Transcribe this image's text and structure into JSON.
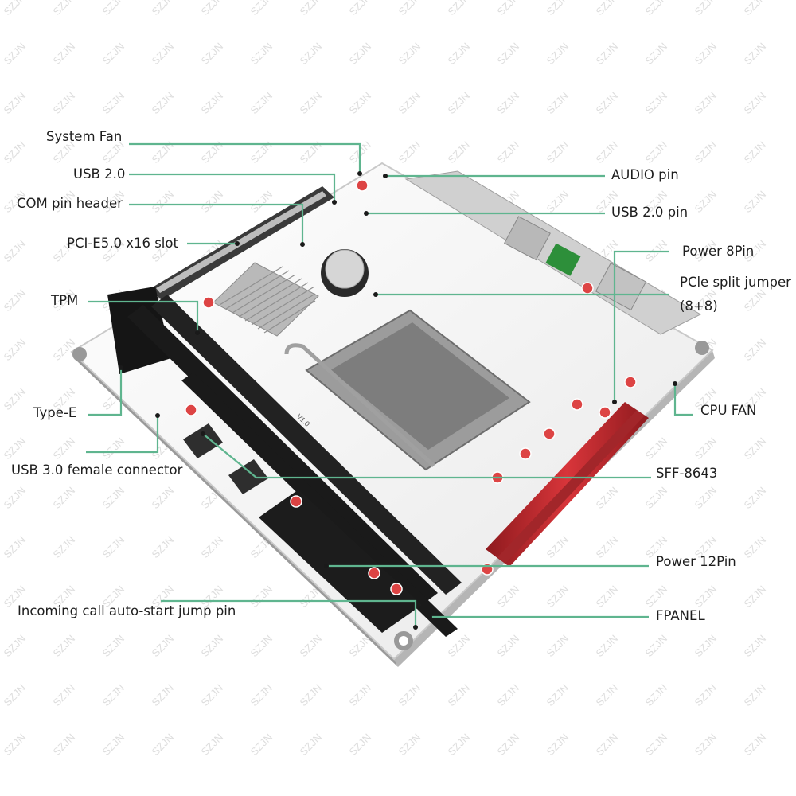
{
  "watermark": "SZJN",
  "board": {
    "revision": "V1.0",
    "pcb_color": "#f4f4f4",
    "memory_slot_color": "#1a1a1a",
    "vrm_heatsink_color": "#c8252b",
    "callout_line_color": "#5fb58f"
  },
  "callouts": {
    "system_fan": "System Fan",
    "usb20_left": "USB 2.0",
    "com_header": "COM pin header",
    "pcie_slot": "PCI-E5.0 x16 slot",
    "tpm": "TPM",
    "type_e": "Type-E",
    "usb30_female": "USB 3.0 female connector",
    "incoming_call": "Incoming call auto-start jump pin",
    "audio_pin": "AUDIO pin",
    "usb20_pin": "USB 2.0 pin",
    "power_8pin": "Power 8Pin",
    "pcie_split_line1": "PCle split jumper",
    "pcie_split_line2": "(8+8)",
    "cpu_fan": "CPU FAN",
    "sff8643": "SFF-8643",
    "power_12pin": "Power 12Pin",
    "fpanel": "FPANEL"
  }
}
